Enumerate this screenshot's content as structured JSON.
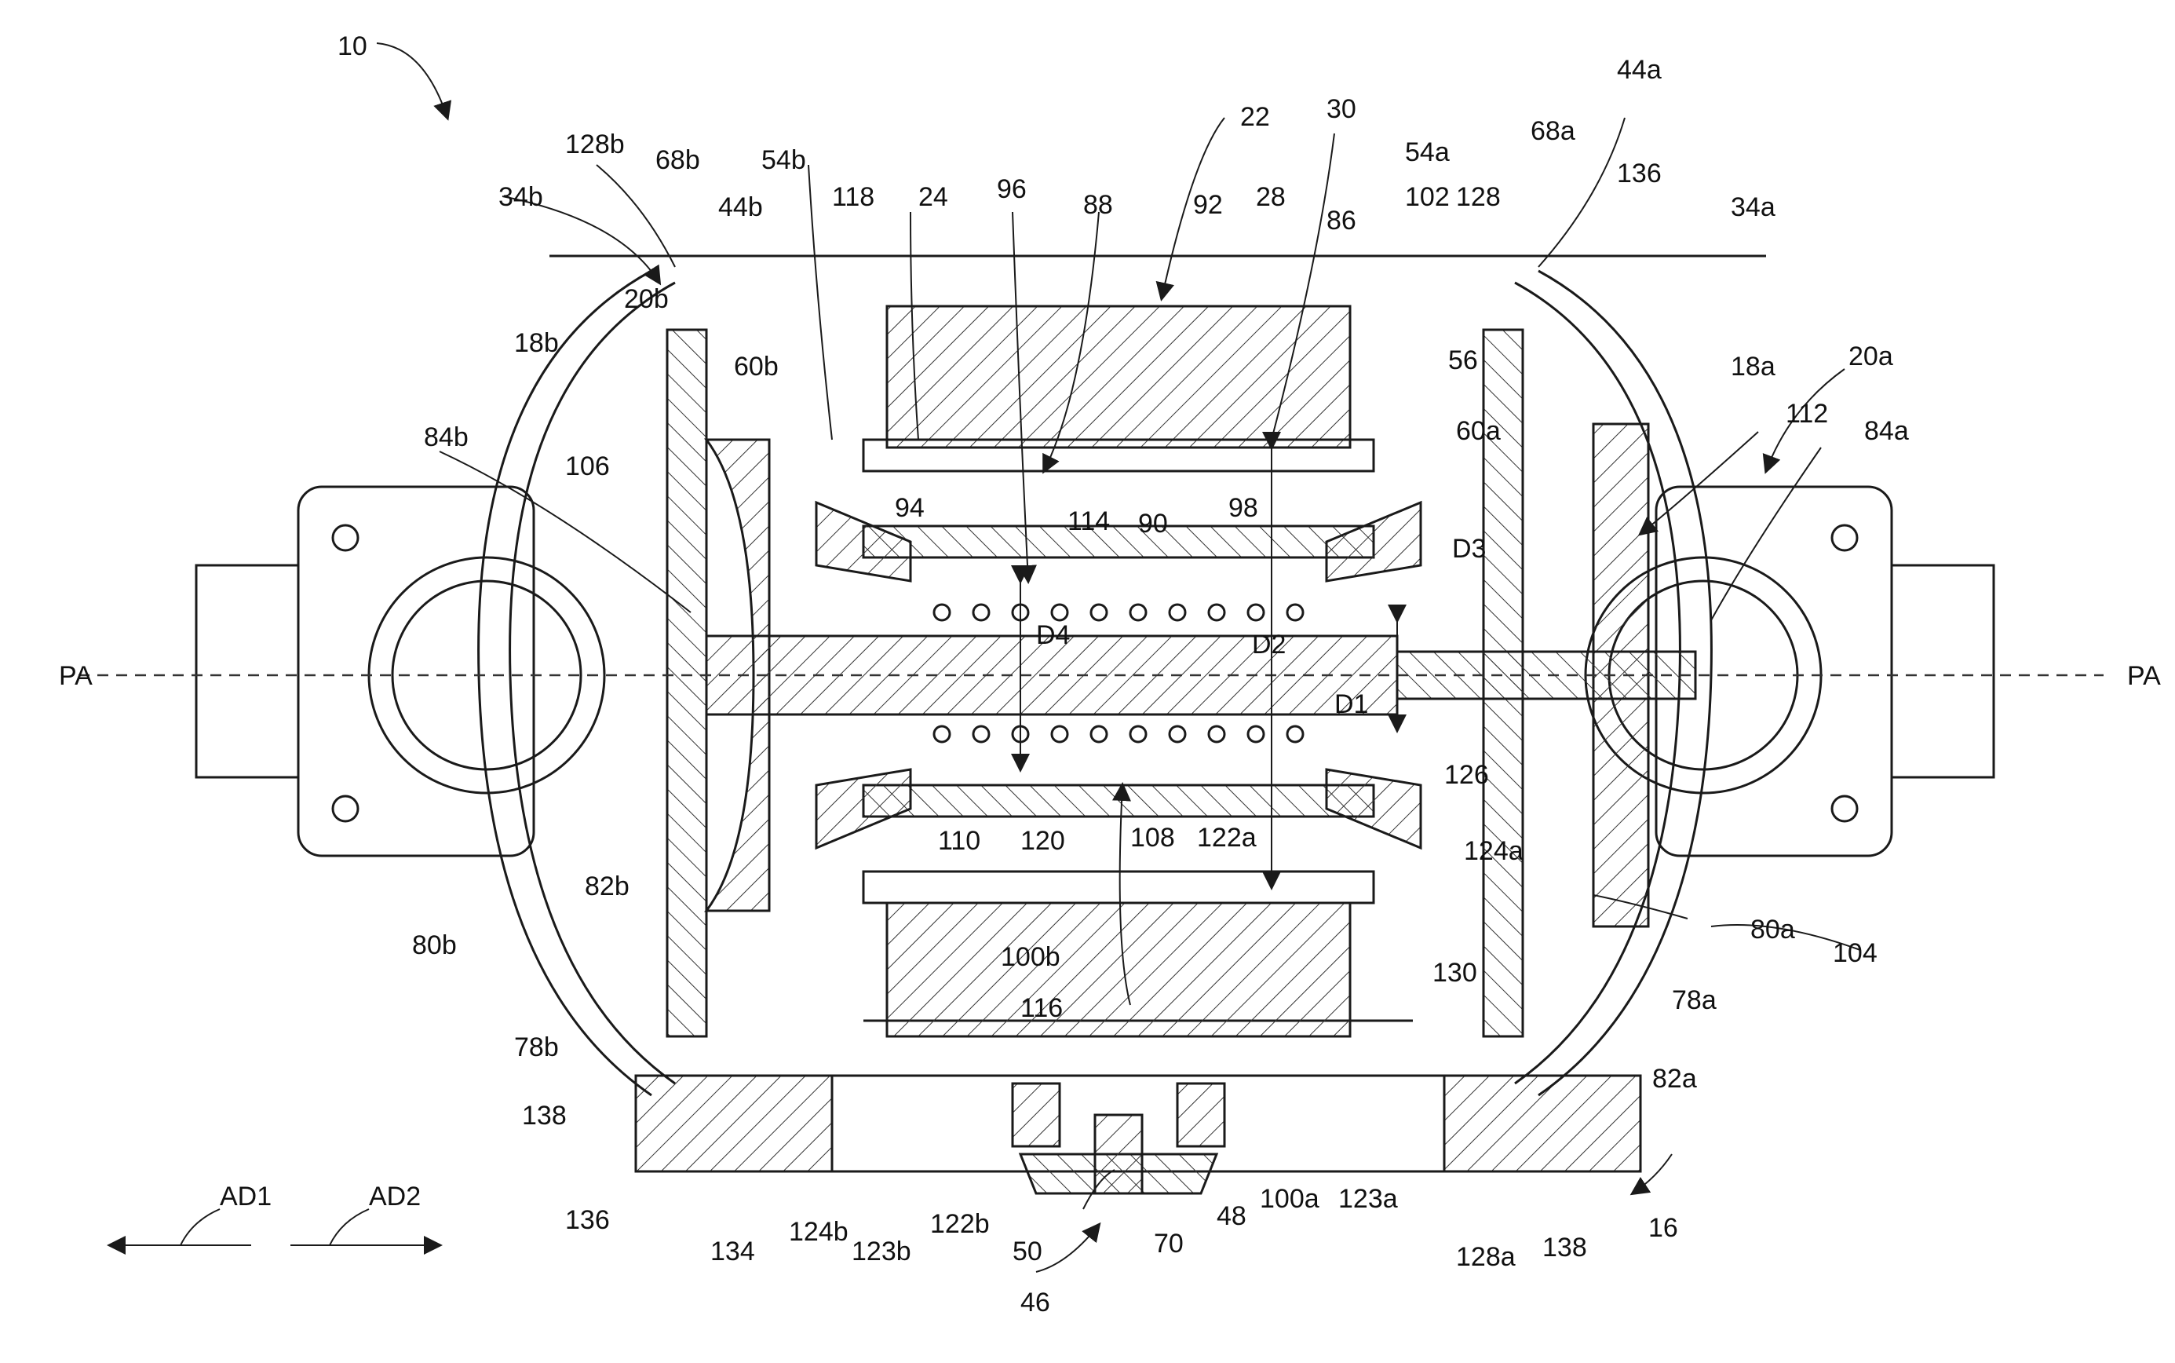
{
  "labels": [
    "10",
    "22",
    "30",
    "44a",
    "128b",
    "68b",
    "54b",
    "118",
    "24",
    "96",
    "88",
    "92",
    "28",
    "86",
    "102",
    "54a",
    "128",
    "68a",
    "136",
    "34b",
    "44b",
    "34a",
    "18b",
    "20b",
    "18a",
    "20a",
    "56",
    "60b",
    "60a",
    "112",
    "84b",
    "106",
    "84a",
    "94",
    "114",
    "90",
    "98",
    "D3",
    "D4",
    "D2",
    "D1",
    "PA",
    "PA",
    "126",
    "110",
    "120",
    "108",
    "122a",
    "124a",
    "80b",
    "82b",
    "100b",
    "130",
    "80a",
    "104",
    "78a",
    "116",
    "82a",
    "78b",
    "138",
    "136",
    "134",
    "124b",
    "123b",
    "122b",
    "50",
    "70",
    "48",
    "100a",
    "123a",
    "128a",
    "138",
    "16",
    "46",
    "AD1",
    "AD2"
  ]
}
